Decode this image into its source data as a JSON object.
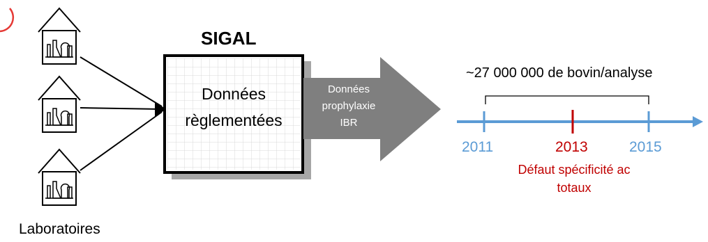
{
  "labs": {
    "count": 3,
    "label": "Laboratoires",
    "icon": "laboratory-building-icon"
  },
  "sigal": {
    "title": "SIGAL",
    "box_line1": "Données",
    "box_line2": "règlementées"
  },
  "flow_arrow": {
    "line1": "Données",
    "line2": "prophylaxie",
    "line3": "IBR",
    "color": "#7f7f7f"
  },
  "timeline": {
    "range_label": "~27 000 000 de bovin/analyse",
    "start_year": "2011",
    "event_year": "2013",
    "end_year": "2015",
    "event_note_line1": "Défaut spécificité ac",
    "event_note_line2": "totaux",
    "axis_color": "#5b9bd5",
    "event_color": "#c00000"
  },
  "marker_color": "#e53935"
}
